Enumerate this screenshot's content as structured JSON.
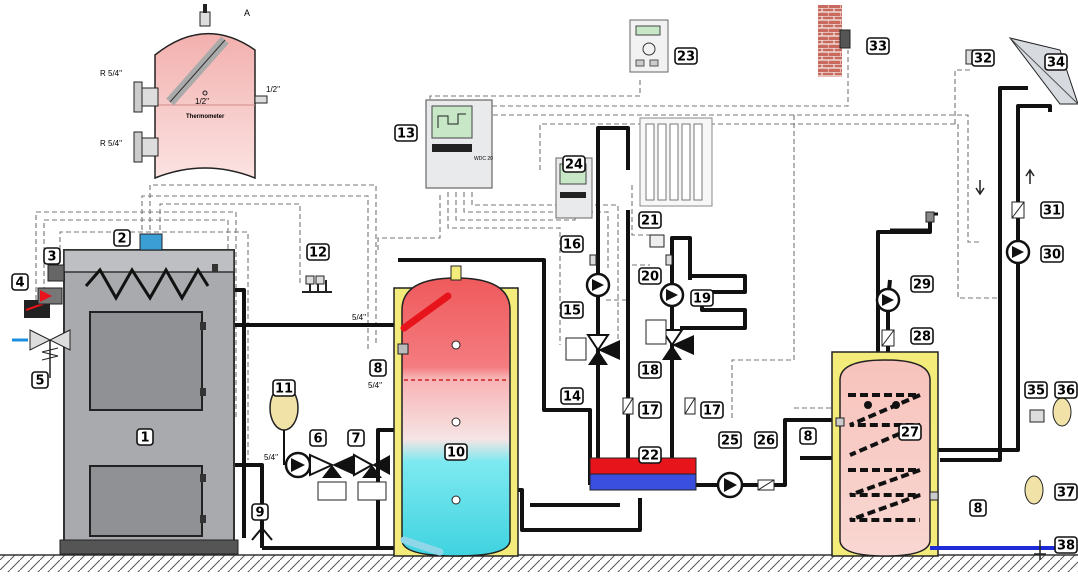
{
  "inset": {
    "top_label": "A",
    "port_upper": "R 5/4''",
    "port_lower": "R 5/4''",
    "port_side": "1/2''",
    "thermo_size": "1/2''",
    "thermo_label": "Thermometer"
  },
  "pipe_labels": {
    "buffer_inlet": "5/4''",
    "buffer_mid": "5/4''",
    "pump_inlet": "5/4''"
  },
  "controller": {
    "label": "WDC 20"
  },
  "callouts": {
    "c1": "1",
    "c2": "2",
    "c3": "3",
    "c4": "4",
    "c5": "5",
    "c6": "6",
    "c7": "7",
    "c8a": "8",
    "c8b": "8",
    "c8c": "8",
    "c9": "9",
    "c10": "10",
    "c11": "11",
    "c12": "12",
    "c13": "13",
    "c14": "14",
    "c15": "15",
    "c16": "16",
    "c17a": "17",
    "c17b": "17",
    "c18": "18",
    "c19": "19",
    "c20": "20",
    "c21": "21",
    "c22": "22",
    "c23": "23",
    "c24": "24",
    "c25": "25",
    "c26": "26",
    "c27": "27",
    "c28": "28",
    "c29": "29",
    "c30": "30",
    "c31": "31",
    "c32": "32",
    "c33": "33",
    "c34": "34",
    "c35": "35",
    "c36": "36",
    "c37": "37",
    "c38": "38"
  },
  "colors": {
    "pipe": "#111111",
    "hot": "#e8141b",
    "cold": "#1e2bd6",
    "boiler": "#a8aaad",
    "buffer_jacket": "#f4ec7a",
    "tank_pink": "#f8c6c0",
    "tank_cyan": "#7de8ee"
  }
}
